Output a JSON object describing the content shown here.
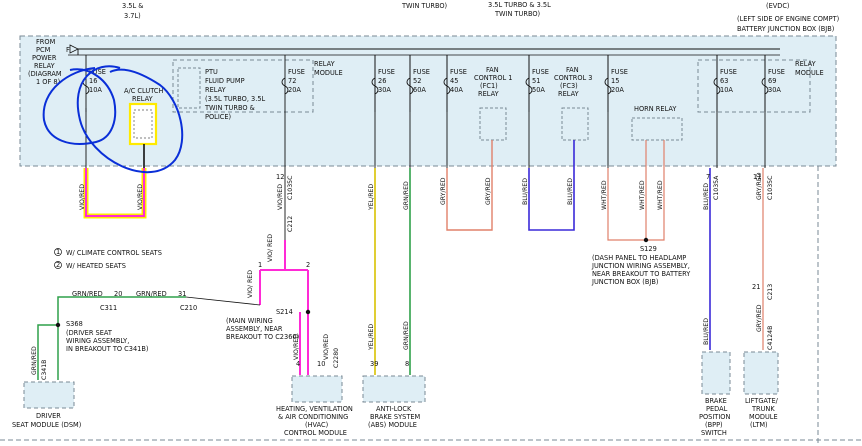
{
  "top_notes": {
    "note1": "3.5L &",
    "note2": "3.7L)",
    "note3": "TWIN TURBO)",
    "note4": "3.5L TURBO & 3.5L",
    "note5": "TWIN TURBO)",
    "note6": "(EVDC)"
  },
  "bjb_title": {
    "line1": "(LEFT SIDE OF ENGINE COMPT)",
    "line2": "BATTERY JUNCTION BOX (BJB)"
  },
  "pcm": {
    "lines": [
      "FROM",
      "PCM",
      "POWER",
      "RELAY",
      "(DIAGRAM",
      "1 OF 8)"
    ],
    "pin": "F"
  },
  "relay_module_1": "RELAY MODULE",
  "relay_module_2": "RELAY MODULE",
  "ptu_relay": [
    "PTU",
    "FLUID PUMP",
    "RELAY",
    "(3.5L TURBO, 3.5L",
    "TWIN TURBO &",
    "POLICE)"
  ],
  "ac_clutch_relay": [
    "A/C CLUTCH",
    "RELAY"
  ],
  "fuses": [
    {
      "label": "FUSE",
      "num": "16",
      "amps": "10A"
    },
    {
      "label": "FUSE",
      "num": "72",
      "amps": "20A"
    },
    {
      "label": "FUSE",
      "num": "26",
      "amps": "30A"
    },
    {
      "label": "FUSE",
      "num": "52",
      "amps": "60A"
    },
    {
      "label": "FUSE",
      "num": "45",
      "amps": "40A"
    },
    {
      "label": "FUSE",
      "num": "51",
      "amps": "50A"
    },
    {
      "label": "FUSE",
      "num": "15",
      "amps": "20A"
    },
    {
      "label": "FUSE",
      "num": "63",
      "amps": "10A"
    },
    {
      "label": "FUSE",
      "num": "69",
      "amps": "30A"
    }
  ],
  "fan_control_1": [
    "FAN",
    "CONTROL 1",
    "(FC1)",
    "RELAY"
  ],
  "fan_control_3": [
    "FAN",
    "CONTROL 3",
    "(FC3)",
    "RELAY"
  ],
  "horn_relay": "HORN RELAY",
  "wire_labels": {
    "vio_red_a": "VIO/RED",
    "vio_red_b": "VIO/RED",
    "vio_red_c": "VIO/RED",
    "yel_red": "YEL/RED",
    "grn_red": "GRN/RED",
    "gry_red_a": "GRY/RED",
    "gry_red_b": "GRY/RED",
    "blu_red_a": "BLU/RED",
    "blu_red_b": "BLU/RED",
    "wht_red_a": "WHT/RED",
    "wht_red_b": "WHT/RED",
    "wht_red_c": "WHT/RED",
    "blu_red_7": "BLU/RED",
    "gry_red_11": "GRY/RED",
    "yel_red_low": "YEL/RED",
    "grn_red_low": "GRN/RED",
    "blu_red_low": "BLU/RED",
    "gry_red_low": "GRY/RED",
    "vio_red_s214a": "VIO/RED",
    "vio_red_s214b": "VIO/RED",
    "vio_red_branch": "VIO/ RED",
    "vio_red_branch2": "VIO/ RED",
    "grn_red_dsm": "GRN/RED",
    "grn_red_h1": "GRN/RED",
    "grn_red_h2": "GRN/RED"
  },
  "connectors": {
    "c1035c_a": "C1035C",
    "c1035c_b": "C1035C",
    "c1035a": "C1035A",
    "c212": "C212",
    "c311": "C311",
    "c210": "C210",
    "c2280": "C2280",
    "c341b": "C341B",
    "c213": "C213",
    "c4124b": "C4124B",
    "pin12": "12",
    "pin7": "7",
    "pin11": "11",
    "pin20": "20",
    "pin31": "31",
    "pin1": "1",
    "pin2": "2",
    "pin39": "39",
    "pin8": "8",
    "pin21": "21",
    "pin4": "4",
    "pin10": "10"
  },
  "legend": {
    "item1_num": "1",
    "item1": "W/ CLIMATE CONTROL SEATS",
    "item2_num": "2",
    "item2": "W/ HEATED SEATS"
  },
  "s129": {
    "label": "S129",
    "desc": [
      "(DASH PANEL TO HEADLAMP",
      "JUNCTION WIRING ASSEMBLY,",
      "NEAR BREAKOUT TO BATTERY",
      "JUNCTION BOX (BJB)"
    ]
  },
  "s214": {
    "label": "S214",
    "desc": [
      "(MAIN WIRING",
      "ASSEMBLY, NEAR",
      "BREAKOUT TO C2360)"
    ]
  },
  "s368": {
    "label": "S368",
    "desc": [
      "(DRIVER SEAT",
      "WIRING ASSEMBLY,",
      "IN BREAKOUT TO C341B)"
    ]
  },
  "modules": {
    "dsm": [
      "DRIVER",
      "SEAT MODULE (DSM)"
    ],
    "hvac": [
      "HEATING, VENTILATION",
      "& AIR CONDITIONING",
      "(HVAC)",
      "CONTROL MODULE"
    ],
    "abs": [
      "ANTI-LOCK",
      "BRAKE SYSTEM",
      "(ABS) MODULE"
    ],
    "bpp": [
      "BRAKE",
      "PEDAL",
      "POSITION",
      "(BPP)",
      "SWITCH"
    ],
    "ltm": [
      "LIFTGATE/",
      "TRUNK",
      "MODULE",
      "(LTM)"
    ]
  },
  "colors": {
    "bjb_fill": "#dfeef5",
    "dash": "#7a8a95",
    "vio_red_wire": "#ff2ad6",
    "yel_wire": "#d8c200",
    "grn_wire": "#2fa14a",
    "gry_red_wire": "#e0806a",
    "blu_wire": "#3a2ad8",
    "highlight_box": "#ffea00",
    "annotation_blue": "#0a2fd8"
  }
}
